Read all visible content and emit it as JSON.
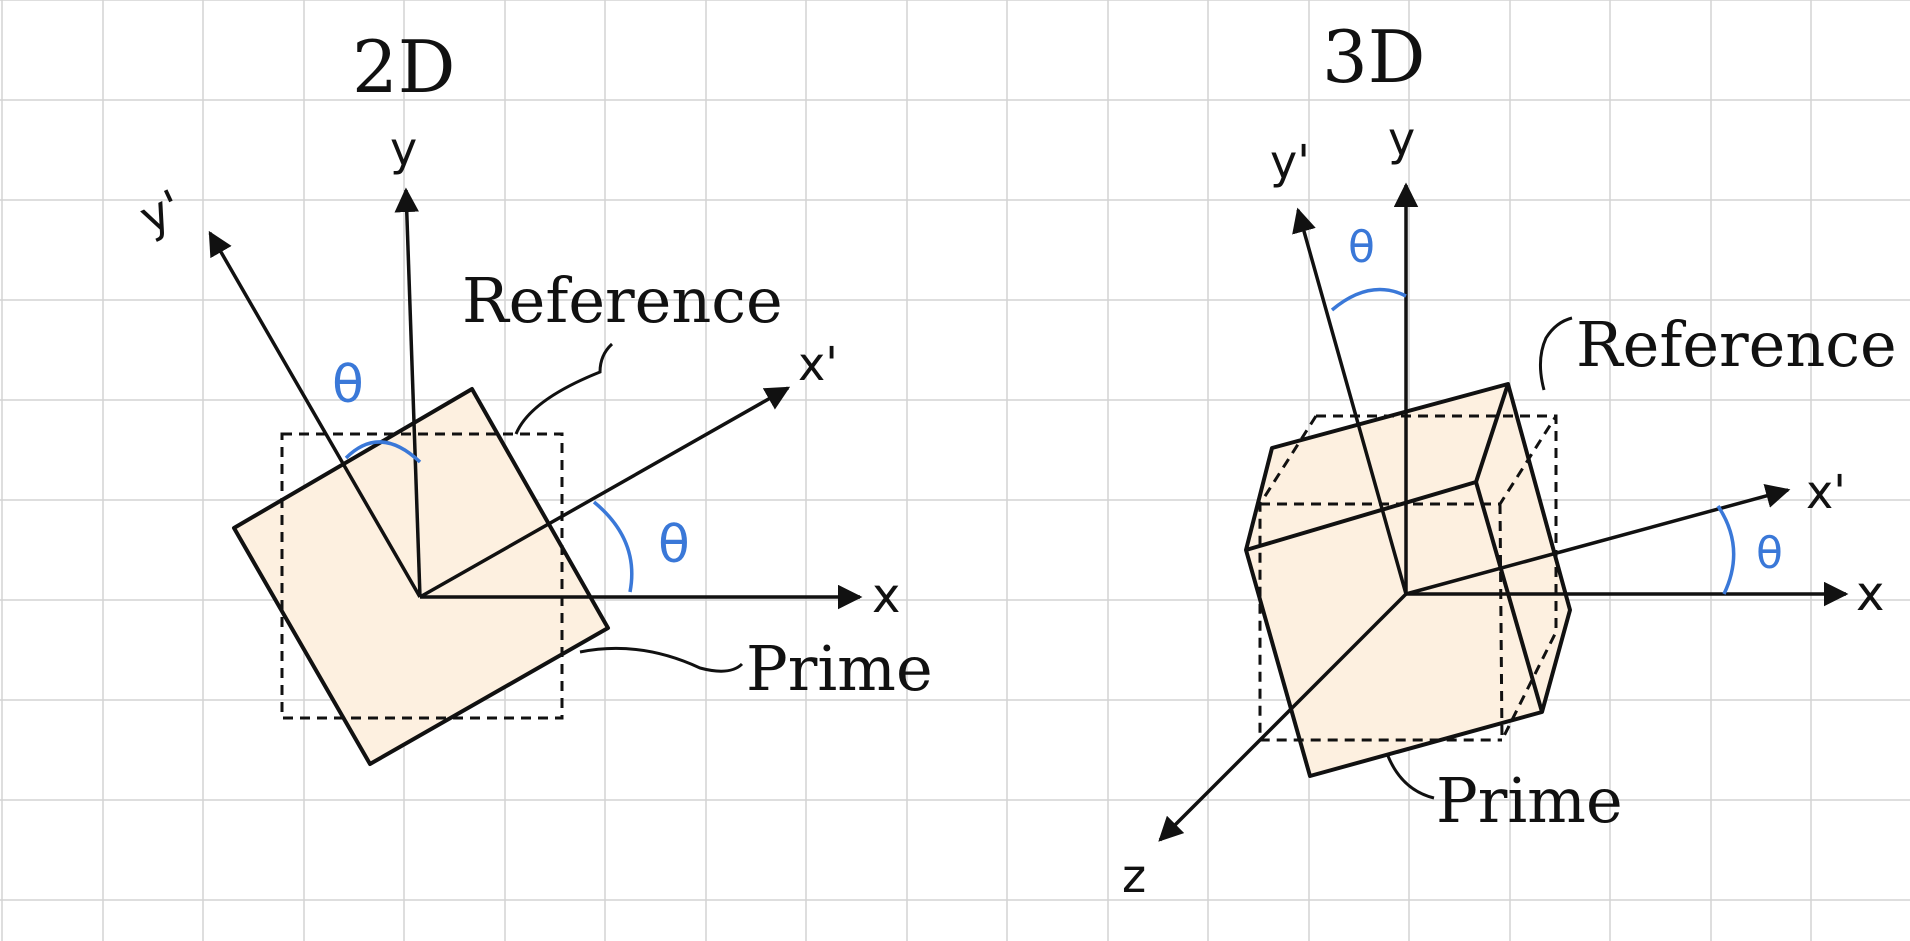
{
  "colors": {
    "grid": "#d4d4d4",
    "ink": "#111111",
    "accent": "#3a78d8",
    "fill": "#fdf0e0"
  },
  "panels": {
    "left": {
      "title": "2D",
      "axis_x": "x",
      "axis_y": "y",
      "axis_x_prime": "x'",
      "axis_y_prime": "y'",
      "angle_symbol": "θ",
      "reference_label": "Reference",
      "prime_label": "Prime"
    },
    "right": {
      "title": "3D",
      "axis_x": "x",
      "axis_y": "y",
      "axis_z": "z",
      "axis_x_prime": "x'",
      "axis_y_prime": "y'",
      "angle_symbol": "θ",
      "reference_label": "Reference",
      "prime_label": "Prime"
    }
  }
}
